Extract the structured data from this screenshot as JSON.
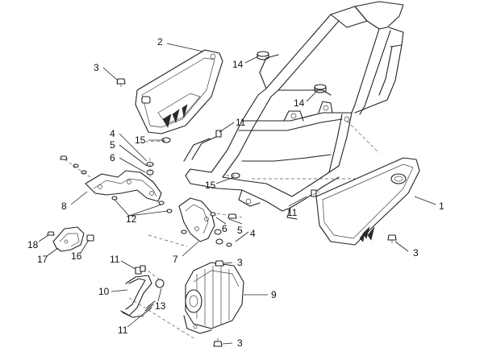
{
  "callouts": [
    {
      "id": "c2",
      "label": "2"
    },
    {
      "id": "c3a",
      "label": "3"
    },
    {
      "id": "c14a",
      "label": "14"
    },
    {
      "id": "c14b",
      "label": "14"
    },
    {
      "id": "c11a",
      "label": "11"
    },
    {
      "id": "c15a",
      "label": "15"
    },
    {
      "id": "c4a",
      "label": "4"
    },
    {
      "id": "c5a",
      "label": "5"
    },
    {
      "id": "c6a",
      "label": "6"
    },
    {
      "id": "c8",
      "label": "8"
    },
    {
      "id": "c12",
      "label": "12"
    },
    {
      "id": "c15b",
      "label": "15"
    },
    {
      "id": "c1",
      "label": "1"
    },
    {
      "id": "c11b",
      "label": "11"
    },
    {
      "id": "c6b",
      "label": "6"
    },
    {
      "id": "c5b",
      "label": "5"
    },
    {
      "id": "c4b",
      "label": "4"
    },
    {
      "id": "c7",
      "label": "7"
    },
    {
      "id": "c3b",
      "label": "3"
    },
    {
      "id": "c3c",
      "label": "3"
    },
    {
      "id": "c18",
      "label": "18"
    },
    {
      "id": "c17",
      "label": "17"
    },
    {
      "id": "c16",
      "label": "16"
    },
    {
      "id": "c11c",
      "label": "11"
    },
    {
      "id": "c10",
      "label": "10"
    },
    {
      "id": "c13",
      "label": "13"
    },
    {
      "id": "c11d",
      "label": "11"
    },
    {
      "id": "c9",
      "label": "9"
    },
    {
      "id": "c3d",
      "label": "3"
    }
  ]
}
